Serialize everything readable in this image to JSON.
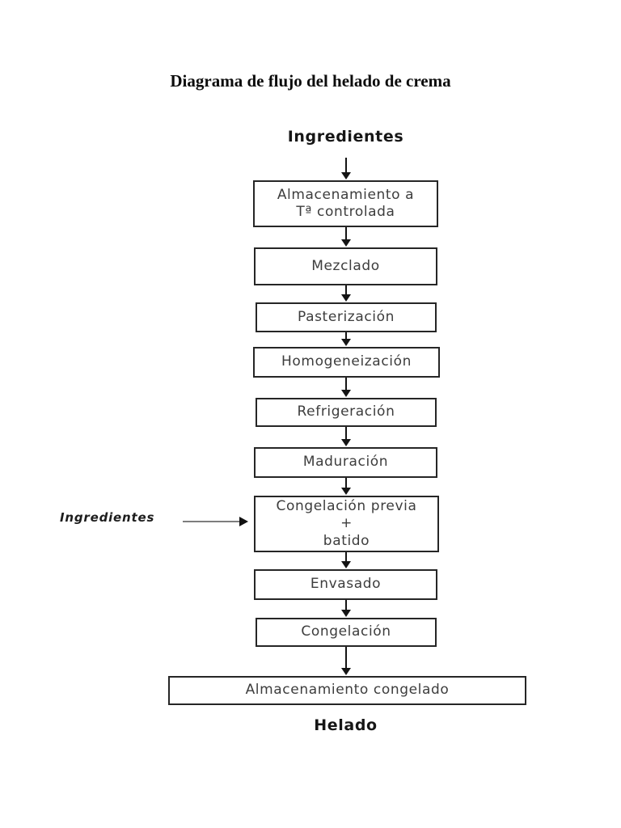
{
  "page": {
    "title": "Diagrama de flujo del helado de crema"
  },
  "flow": {
    "input_label": "Ingredientes",
    "side_label": "Ingredientes",
    "output_label": "Helado",
    "steps": [
      {
        "label": "Almacenamiento a\nTª controlada"
      },
      {
        "label": "Mezclado"
      },
      {
        "label": "Pasterización"
      },
      {
        "label": "Homogeneización"
      },
      {
        "label": "Refrigeración"
      },
      {
        "label": "Maduración"
      },
      {
        "label": "Congelación previa\n+\nbatido"
      },
      {
        "label": "Envasado"
      },
      {
        "label": "Congelación"
      },
      {
        "label": "Almacenamiento congelado"
      }
    ]
  },
  "colors": {
    "box_border": "#262626",
    "box_text": "#3d3d3d",
    "arrow": "#141414",
    "side_arrow_line": "#7d7d7d"
  }
}
